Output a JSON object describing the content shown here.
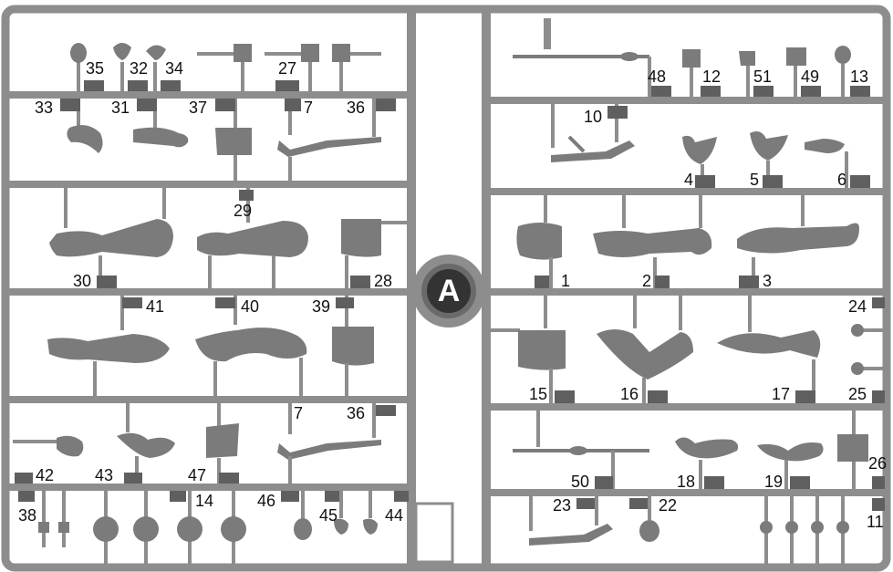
{
  "sprue": {
    "letter": "A",
    "colors": {
      "frame": "#8d8d8d",
      "part": "#7b7b7b",
      "tab": "#5f5f5f",
      "background": "#ffffff",
      "badge": "#333333"
    }
  },
  "part_labels": {
    "p35": "35",
    "p32": "32",
    "p34": "34",
    "p27": "27",
    "p33": "33",
    "p31": "31",
    "p37": "37",
    "p7a": "7",
    "p36a": "36",
    "p29": "29",
    "p30": "30",
    "p28": "28",
    "p41": "41",
    "p40": "40",
    "p39": "39",
    "p7b": "7",
    "p36b": "36",
    "p42": "42",
    "p43": "43",
    "p47": "47",
    "p38": "38",
    "p14": "14",
    "p46": "46",
    "p45": "45",
    "p44": "44",
    "p48": "48",
    "p12": "12",
    "p51": "51",
    "p49": "49",
    "p13": "13",
    "p10": "10",
    "p4": "4",
    "p5": "5",
    "p6": "6",
    "p1": "1",
    "p2": "2",
    "p3": "3",
    "p24": "24",
    "p15": "15",
    "p16": "16",
    "p17": "17",
    "p25": "25",
    "p26": "26",
    "p50": "50",
    "p18": "18",
    "p19": "19",
    "p23": "23",
    "p22": "22",
    "p11": "11"
  }
}
